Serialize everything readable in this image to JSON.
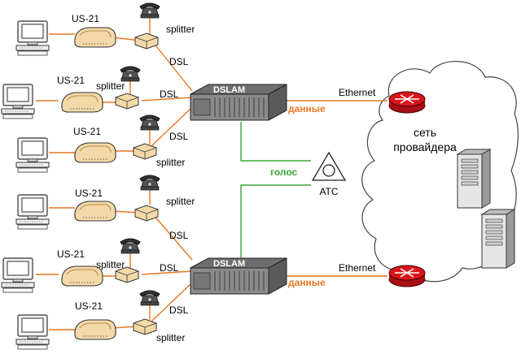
{
  "colors": {
    "link_orange": "#e87722",
    "voice_green": "#3aa53a",
    "router_red": "#d9161c"
  },
  "labels": {
    "modem": "US-21",
    "splitter": "splitter",
    "dsl": "DSL",
    "dslam": "DSLAM",
    "ethernet": "Ethernet",
    "data": "данные",
    "voice": "голос",
    "pbx": "АТС",
    "cloud_line1": "сеть",
    "cloud_line2": "провайдера"
  },
  "icons": [
    "pc-icon",
    "modem-icon",
    "telephone-icon",
    "splitter-icon",
    "dslam-icon",
    "router-icon",
    "server-icon",
    "pbx-icon",
    "cloud-icon"
  ]
}
